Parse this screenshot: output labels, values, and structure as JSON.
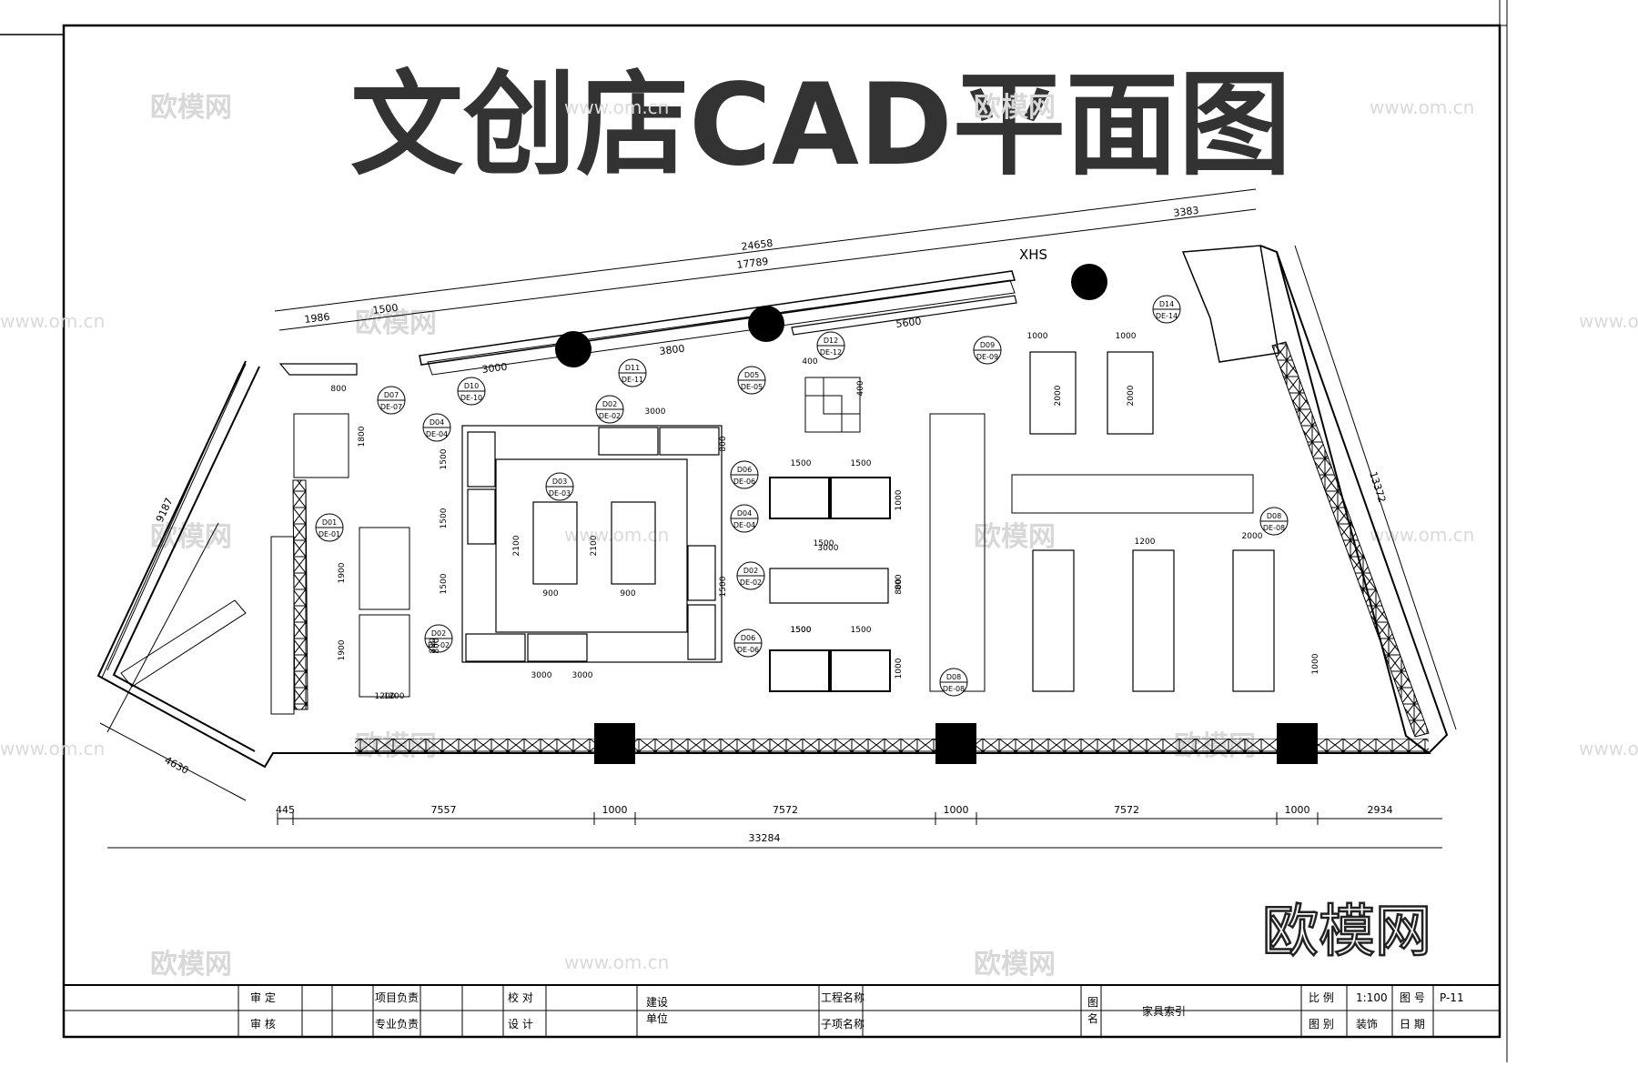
{
  "title": "文创店CAD平面图",
  "watermark": {
    "brand": "欧模网",
    "url": "www.om.cn"
  },
  "dimensions": {
    "top_total": "24658",
    "top_right": "3383",
    "top_mid": "17789",
    "top_left_a": "1986",
    "top_left_b": "1500",
    "left_diag": "9187",
    "left_bottom": "4630",
    "right_diag": "13372",
    "wall_3000": "3000",
    "wall_3800": "3800",
    "wall_5600": "5600",
    "bottom_segments": [
      "445",
      "7557",
      "1000",
      "7572",
      "1000",
      "7572",
      "1000",
      "2934"
    ],
    "bottom_total": "33284"
  },
  "labels": {
    "xhs": "XHS",
    "tags": [
      {
        "code": "D01",
        "ref": "DE-01"
      },
      {
        "code": "D02",
        "ref": "DE-02"
      },
      {
        "code": "D02",
        "ref": "DE-02"
      },
      {
        "code": "D02",
        "ref": "DE-02"
      },
      {
        "code": "D03",
        "ref": "DE-03"
      },
      {
        "code": "D04",
        "ref": "DE-04"
      },
      {
        "code": "D04",
        "ref": "DE-04"
      },
      {
        "code": "D05",
        "ref": "DE-05"
      },
      {
        "code": "D06",
        "ref": "DE-06"
      },
      {
        "code": "D06",
        "ref": "DE-06"
      },
      {
        "code": "D07",
        "ref": "DE-07"
      },
      {
        "code": "D08",
        "ref": "DE-08"
      },
      {
        "code": "D08",
        "ref": "DE-08"
      },
      {
        "code": "D09",
        "ref": "DE-09"
      },
      {
        "code": "D10",
        "ref": "DE-10"
      },
      {
        "code": "D11",
        "ref": "DE-11"
      },
      {
        "code": "D12",
        "ref": "DE-12"
      },
      {
        "code": "D14",
        "ref": "DE-14"
      }
    ],
    "furniture_dims": [
      "800",
      "1800",
      "1500",
      "1500",
      "1900",
      "1900",
      "1200",
      "800",
      "3000",
      "3000",
      "800",
      "2100",
      "2100",
      "900",
      "900",
      "1500",
      "1500",
      "1500",
      "1500",
      "1000",
      "1000",
      "3000",
      "800",
      "1500",
      "1500",
      "400",
      "400",
      "1000",
      "1000",
      "2000",
      "2000",
      "1200",
      "2000",
      "1000",
      "800",
      "1200",
      "3000",
      "1500",
      "1500",
      "800"
    ]
  },
  "titleblock": {
    "r1": [
      "审 定",
      "项目负责",
      "校 对",
      "工程名称",
      "比 例",
      "1:100",
      "图 号",
      "P-11"
    ],
    "r2": [
      "审 核",
      "专业负责",
      "设 计",
      "子项名称",
      "图 别",
      "装饰",
      "日 期"
    ],
    "build_unit": "建设\n单位",
    "build_unit_l1": "建设",
    "build_unit_l2": "单位",
    "fig_name_l1": "图",
    "fig_name_l2": "名",
    "fig_name_value": "家具索引"
  }
}
